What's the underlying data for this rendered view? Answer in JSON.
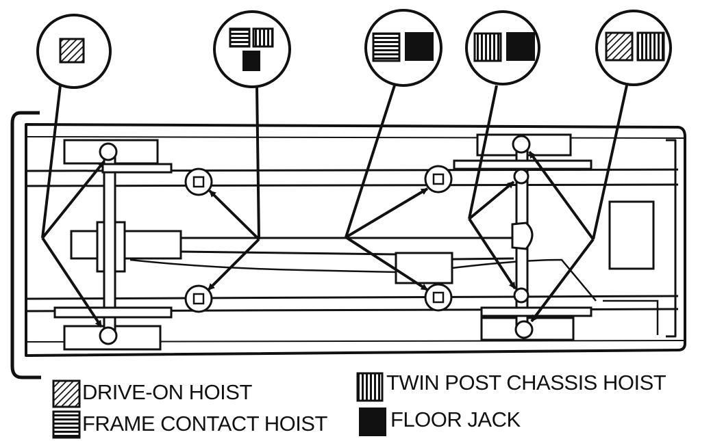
{
  "legend": {
    "items": [
      {
        "key": "drive_on",
        "label": "DRIVE-ON HOIST",
        "pattern": "diagonal"
      },
      {
        "key": "twin_post",
        "label": "TWIN POST CHASSIS HOIST",
        "pattern": "vertical"
      },
      {
        "key": "frame_contact",
        "label": "FRAME CONTACT HOIST",
        "pattern": "horizontal"
      },
      {
        "key": "floor_jack",
        "label": "FLOOR JACK",
        "pattern": "solid"
      }
    ]
  },
  "callouts": [
    {
      "id": "front-axle",
      "symbols": [
        "diagonal"
      ]
    },
    {
      "id": "front-frame",
      "symbols": [
        "horizontal",
        "vertical",
        "solid"
      ]
    },
    {
      "id": "rear-frame",
      "symbols": [
        "horizontal",
        "solid"
      ]
    },
    {
      "id": "rear-axle",
      "symbols": [
        "vertical",
        "solid"
      ]
    },
    {
      "id": "rear-wheel",
      "symbols": [
        "diagonal",
        "vertical"
      ]
    }
  ],
  "colors": {
    "ink": "#111111",
    "paper": "#ffffff"
  }
}
